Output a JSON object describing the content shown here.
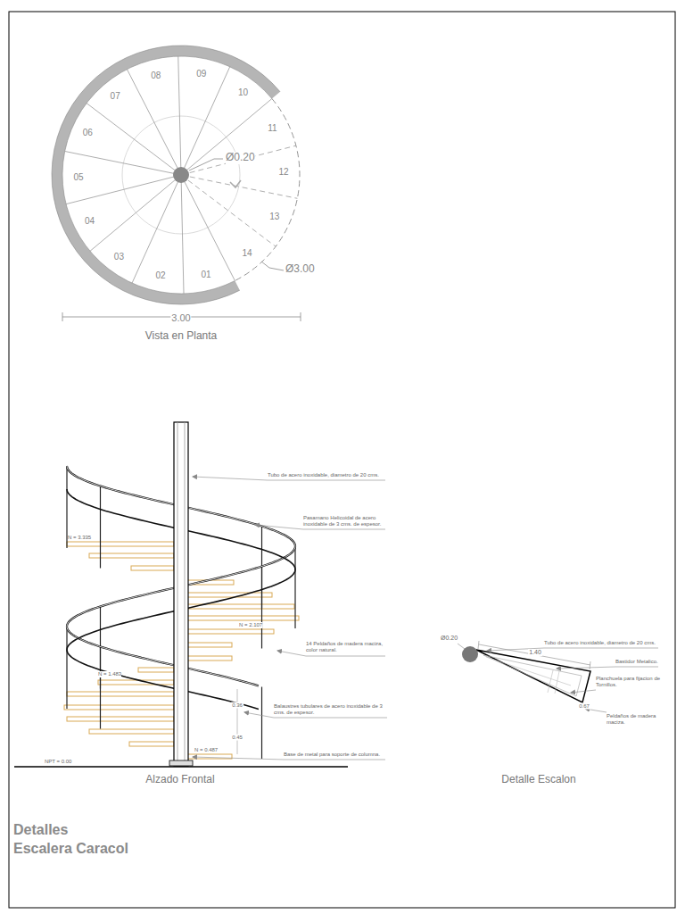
{
  "diagram": {
    "title": "Detalles Escalera Caracol",
    "labels": [
      "01",
      "02",
      "03",
      "04",
      "05",
      "06",
      "07",
      "08",
      "09",
      "10",
      "11",
      "12",
      "13",
      "14",
      "Ø0.20",
      "Ø3.00",
      "3.00",
      "Vista en Planta",
      "Tubo de acero inoxidable, diametro de 20 cms.",
      "Pasamano Helicoidal de acero inoxidable de 3 cms. de espesor.",
      "N = 3.335",
      "N = 2.107",
      "14 Peldaños de madera maciza, color natural.",
      "N = 1.483",
      "0.36",
      "Balaustres tubulares de acero inoxidable de 3 cms. de espesor.",
      "0.45",
      "N = 0.487",
      "Base de metal para soporte de columna.",
      "NPT = 0.00",
      "Alzado Frontal",
      "Ø0.20",
      "Tubo de acero inoxidable, diametro de 20 cms.",
      "1.40",
      "Bastidor Metalico.",
      "Planchuela para fijacion de Tornillos.",
      "0.67",
      "Peldaños de madera maciza.",
      "Detalle Escalon"
    ]
  }
}
